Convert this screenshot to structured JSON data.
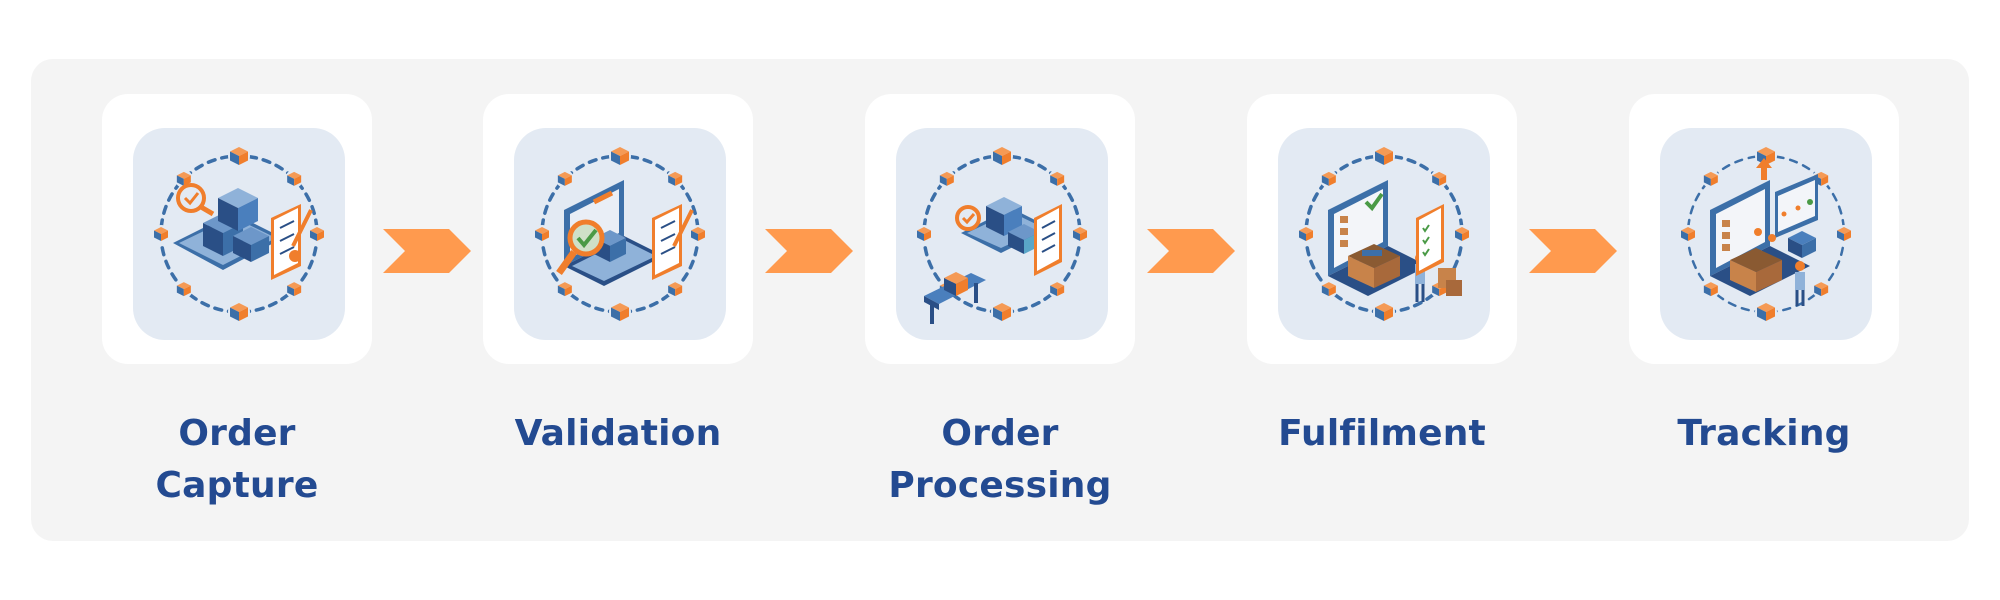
{
  "diagram": {
    "type": "process-flow",
    "colors": {
      "panel": "#f4f4f4",
      "card": "#ffffff",
      "tile": "#e3eaf3",
      "label": "#234a91",
      "arrow": "#ff9a4e",
      "illustration_blue": "#3c6fa8",
      "illustration_dark_blue": "#2a4f86",
      "illustration_orange": "#f07e2c"
    },
    "steps": [
      {
        "label": "Order\nCapture",
        "icon": "order-capture-illustration-icon"
      },
      {
        "label": "Validation",
        "icon": "validation-illustration-icon"
      },
      {
        "label": "Order\nProcessing",
        "icon": "order-processing-illustration-icon"
      },
      {
        "label": "Fulfilment",
        "icon": "fulfilment-illustration-icon"
      },
      {
        "label": "Tracking",
        "icon": "tracking-illustration-icon"
      }
    ],
    "connectors": [
      {
        "from": "Order Capture",
        "to": "Validation",
        "icon": "chevron-right-arrow-icon"
      },
      {
        "from": "Validation",
        "to": "Order Processing",
        "icon": "chevron-right-arrow-icon"
      },
      {
        "from": "Order Processing",
        "to": "Fulfilment",
        "icon": "chevron-right-arrow-icon"
      },
      {
        "from": "Fulfilment",
        "to": "Tracking",
        "icon": "chevron-right-arrow-icon"
      }
    ]
  }
}
